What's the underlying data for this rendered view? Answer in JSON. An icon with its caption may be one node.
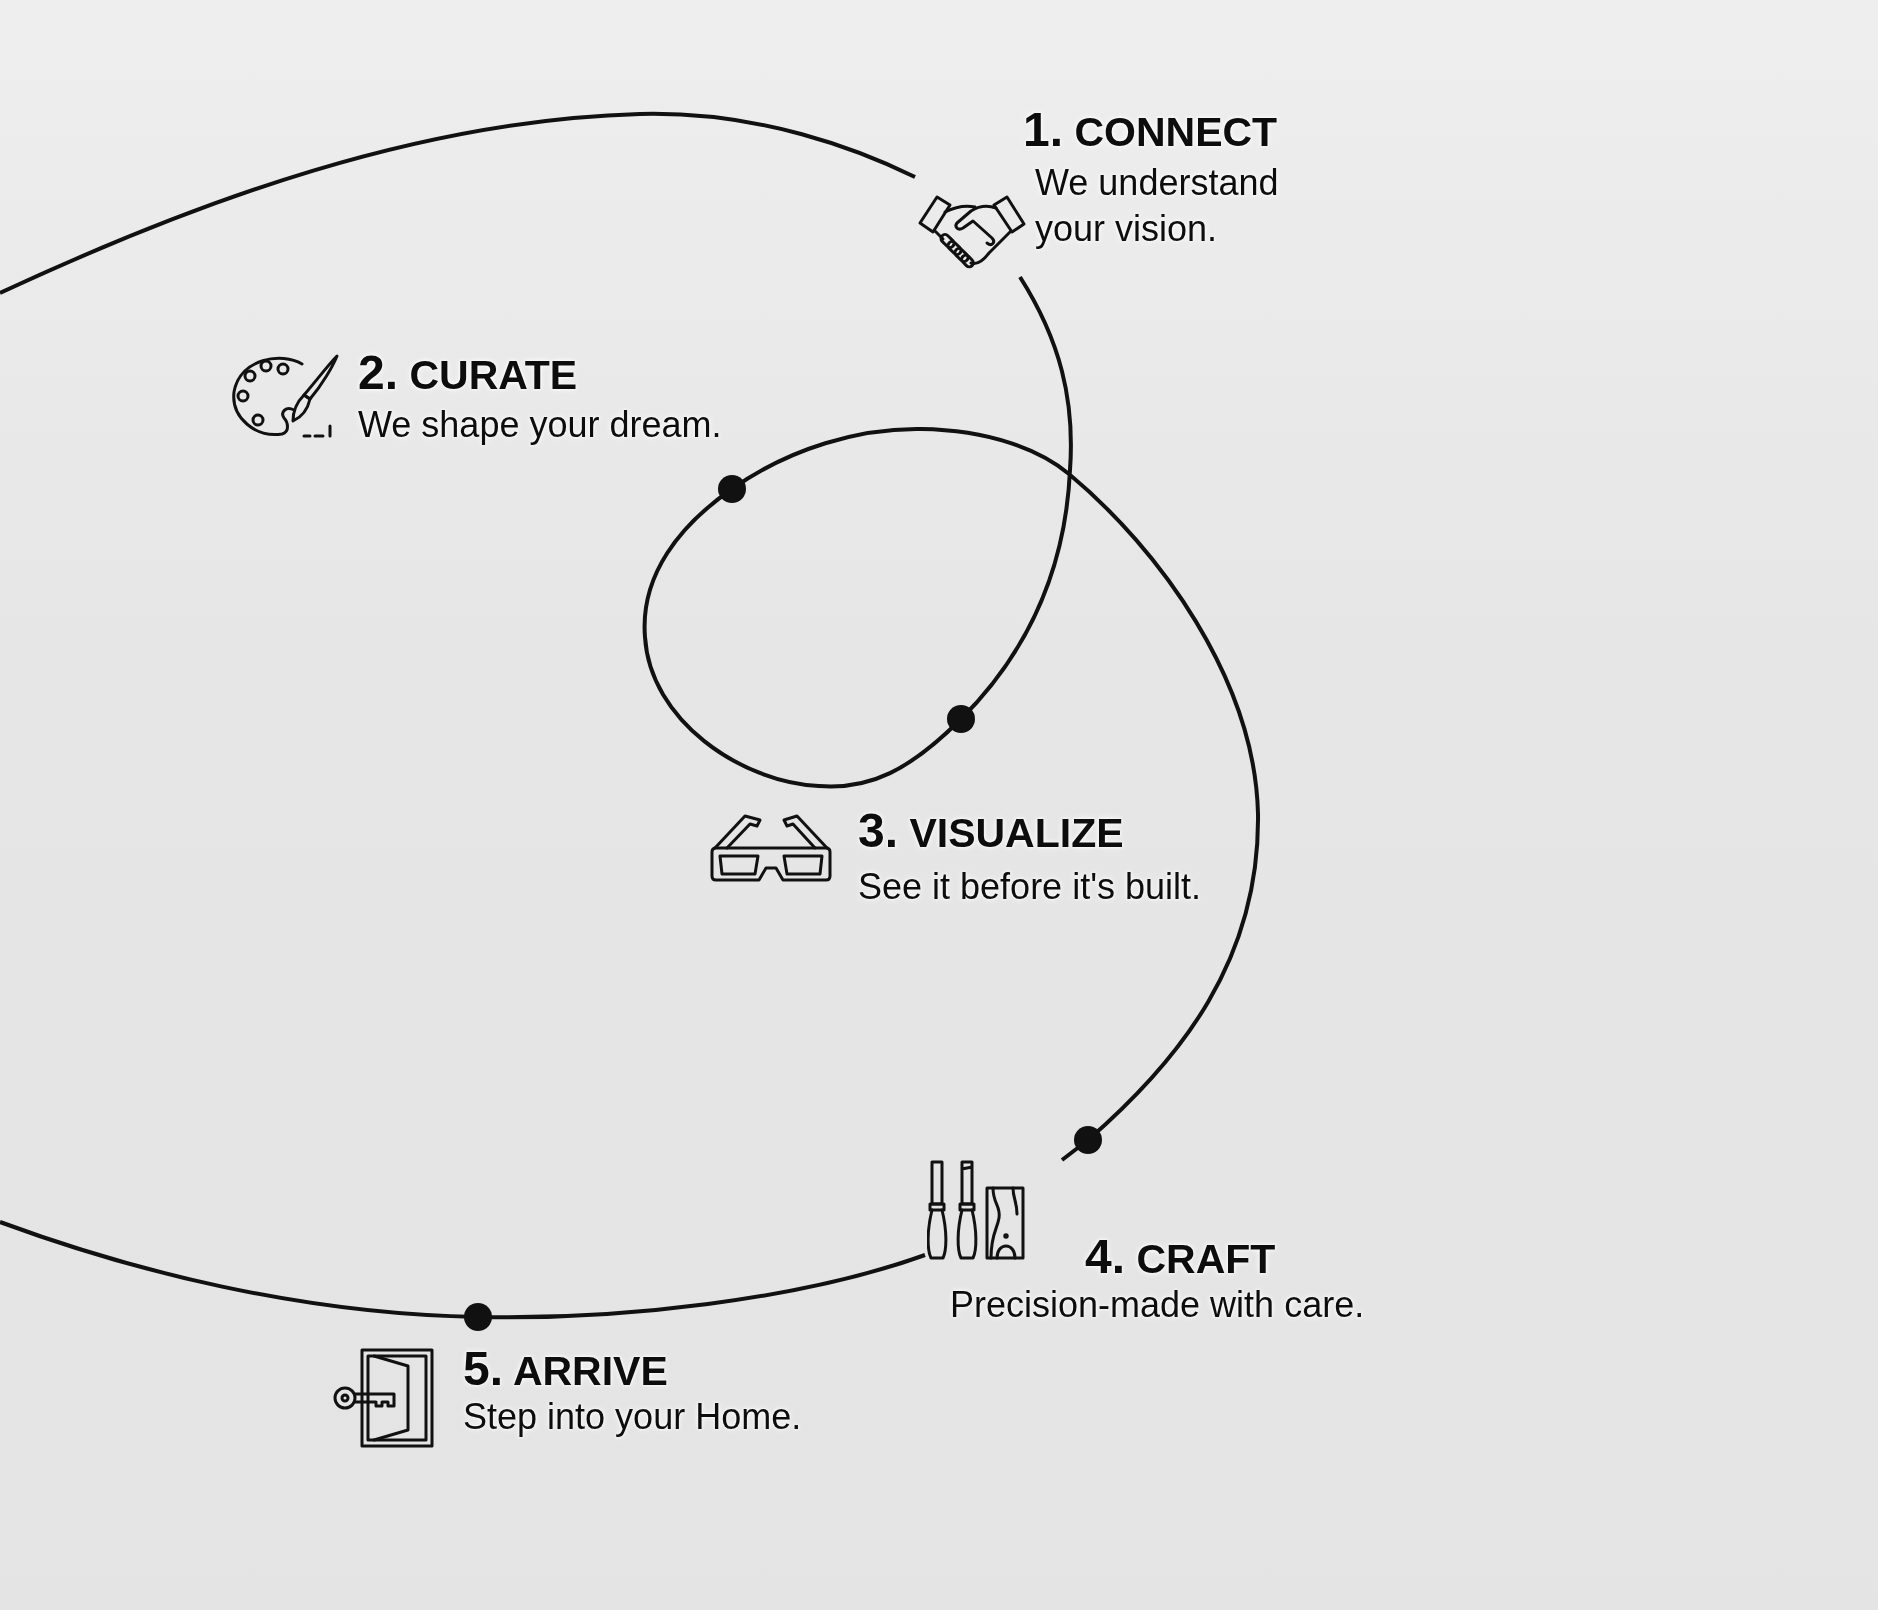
{
  "diagram": {
    "nodes": [
      {
        "text": [
          "1. CONNECT",
          "We understand your vision."
        ]
      },
      {
        "text": [
          "2. CURATE",
          "We shape your dream."
        ]
      },
      {
        "text": [
          "3. VISUALIZE",
          "See it before it's built."
        ]
      },
      {
        "text": [
          "4. CRAFT",
          "Precision-made with care."
        ]
      },
      {
        "text": [
          "5. ARRIVE",
          "Step into your Home."
        ]
      }
    ],
    "edges": [
      {
        "from": null,
        "to": 0,
        "arrow": "none"
      },
      {
        "from": 0,
        "to": 3,
        "arrow": "none"
      },
      {
        "from": 3,
        "to": null,
        "arrow": "none"
      }
    ]
  }
}
